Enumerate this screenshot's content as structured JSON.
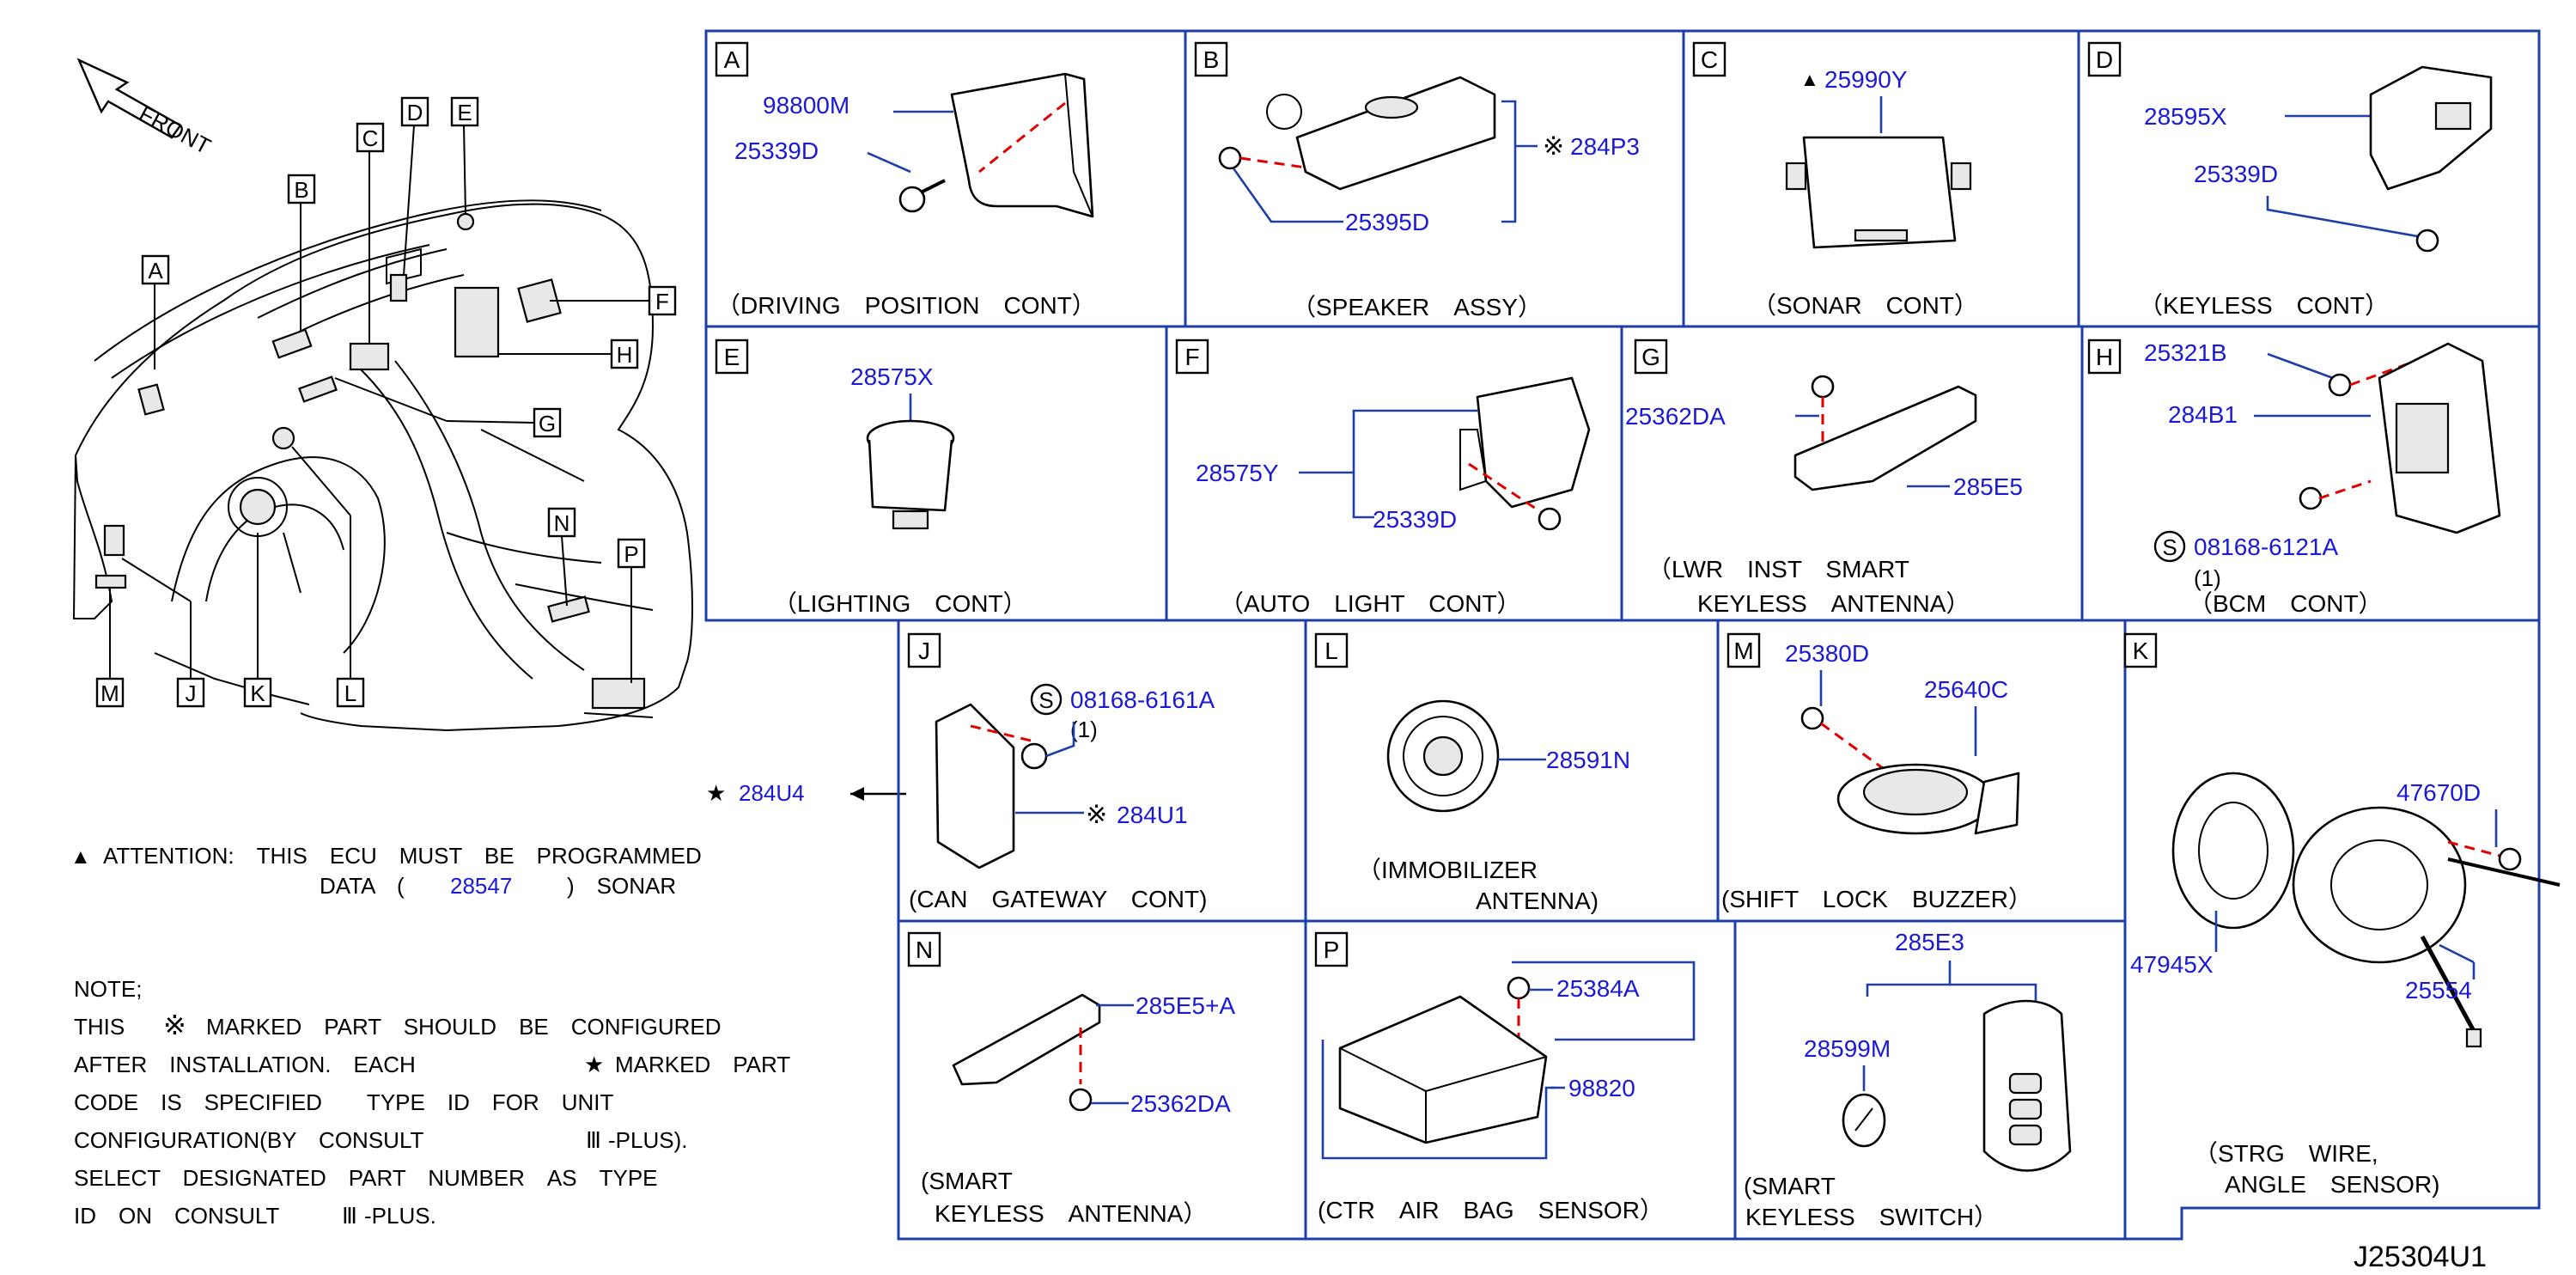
{
  "diagram_id": "J25304U1",
  "front_label": "FRONT",
  "overview_letters": [
    "A",
    "B",
    "C",
    "D",
    "E",
    "F",
    "G",
    "H",
    "J",
    "K",
    "L",
    "M",
    "N",
    "P"
  ],
  "panels": {
    "A": {
      "letter": "A",
      "caption": "（DRIVING　POSITION　CONT）",
      "parts": [
        "98800M",
        "25339D"
      ]
    },
    "B": {
      "letter": "B",
      "caption": "（SPEAKER　ASSY）",
      "parts": [
        "284P3",
        "25395D"
      ],
      "mark": "※"
    },
    "C": {
      "letter": "C",
      "caption": "（SONAR　CONT）",
      "parts": [
        "25990Y"
      ],
      "mark": "▲"
    },
    "D": {
      "letter": "D",
      "caption": "（KEYLESS　CONT）",
      "parts": [
        "28595X",
        "25339D"
      ]
    },
    "E": {
      "letter": "E",
      "caption": "（LIGHTING　CONT）",
      "parts": [
        "28575X"
      ]
    },
    "F": {
      "letter": "F",
      "caption": "（AUTO　LIGHT　CONT）",
      "parts": [
        "28575Y",
        "25339D"
      ]
    },
    "G": {
      "letter": "G",
      "caption_line1": "（LWR　INST　SMART",
      "caption_line2": "KEYLESS　ANTENNA）",
      "parts": [
        "25362DA",
        "285E5"
      ]
    },
    "H": {
      "letter": "H",
      "caption": "（BCM　CONT）",
      "parts": [
        "25321B",
        "284B1",
        "08168-6121A"
      ],
      "qty": "(1)",
      "s_mark": "S"
    },
    "J": {
      "letter": "J",
      "caption": "(CAN　GATEWAY　CONT)",
      "parts": [
        "08168-6161A",
        "284U1"
      ],
      "qty": "(1)",
      "s_mark": "S",
      "mark": "※"
    },
    "L": {
      "letter": "L",
      "caption_line1": "（IMMOBILIZER",
      "caption_line2": "ANTENNA)",
      "parts": [
        "28591N"
      ]
    },
    "M": {
      "letter": "M",
      "caption": "(SHIFT　LOCK　BUZZER）",
      "parts": [
        "25380D",
        "25640C"
      ]
    },
    "K": {
      "letter": "K",
      "caption_line1": "（STRG　WIRE,",
      "caption_line2": "ANGLE　SENSOR)",
      "parts": [
        "47670D",
        "47945X",
        "25554"
      ]
    },
    "N": {
      "letter": "N",
      "caption_line1": "(SMART",
      "caption_line2": "KEYLESS　ANTENNA）",
      "parts": [
        "285E5+A",
        "25362DA"
      ]
    },
    "P": {
      "letter": "P",
      "caption": "(CTR　AIR　BAG　SENSOR）",
      "parts": [
        "25384A",
        "98820"
      ]
    },
    "S": {
      "caption_line1": "(SMART",
      "caption_line2": "KEYLESS　SWITCH）",
      "parts": [
        "285E3",
        "28599M"
      ]
    }
  },
  "star_callout": {
    "symbol": "★",
    "part": "284U4"
  },
  "attention": {
    "symbol": "▲",
    "line1": "ATTENTION:　THIS　ECU　MUST　BE　PROGRAMMED",
    "line2_pre": "DATA　(",
    "line2_part": "28547",
    "line2_post": ")　SONAR"
  },
  "note": {
    "title": "NOTE;",
    "l1_a": "THIS",
    "l1_mark": "※",
    "l1_b": "MARKED　PART　SHOULD　BE　CONFIGURED",
    "l2_a": "AFTER　INSTALLATION.　EACH",
    "l2_mark": "★",
    "l2_b": "MARKED　PART",
    "l3": "CODE　IS　SPECIFIED　　TYPE　ID　FOR　UNIT",
    "l4_a": "CONFIGURATION(BY　CONSULT",
    "l4_mark": "Ⅲ",
    "l4_b": "-PLUS).",
    "l5": "SELECT　DESIGNATED　PART　NUMBER　AS　TYPE",
    "l6_a": "ID　ON　CONSULT",
    "l6_mark": "Ⅲ",
    "l6_b": "-PLUS."
  },
  "colors": {
    "part_number": "#1a1ad6",
    "frame": "#1f3fa8",
    "dash": "#e00000"
  }
}
